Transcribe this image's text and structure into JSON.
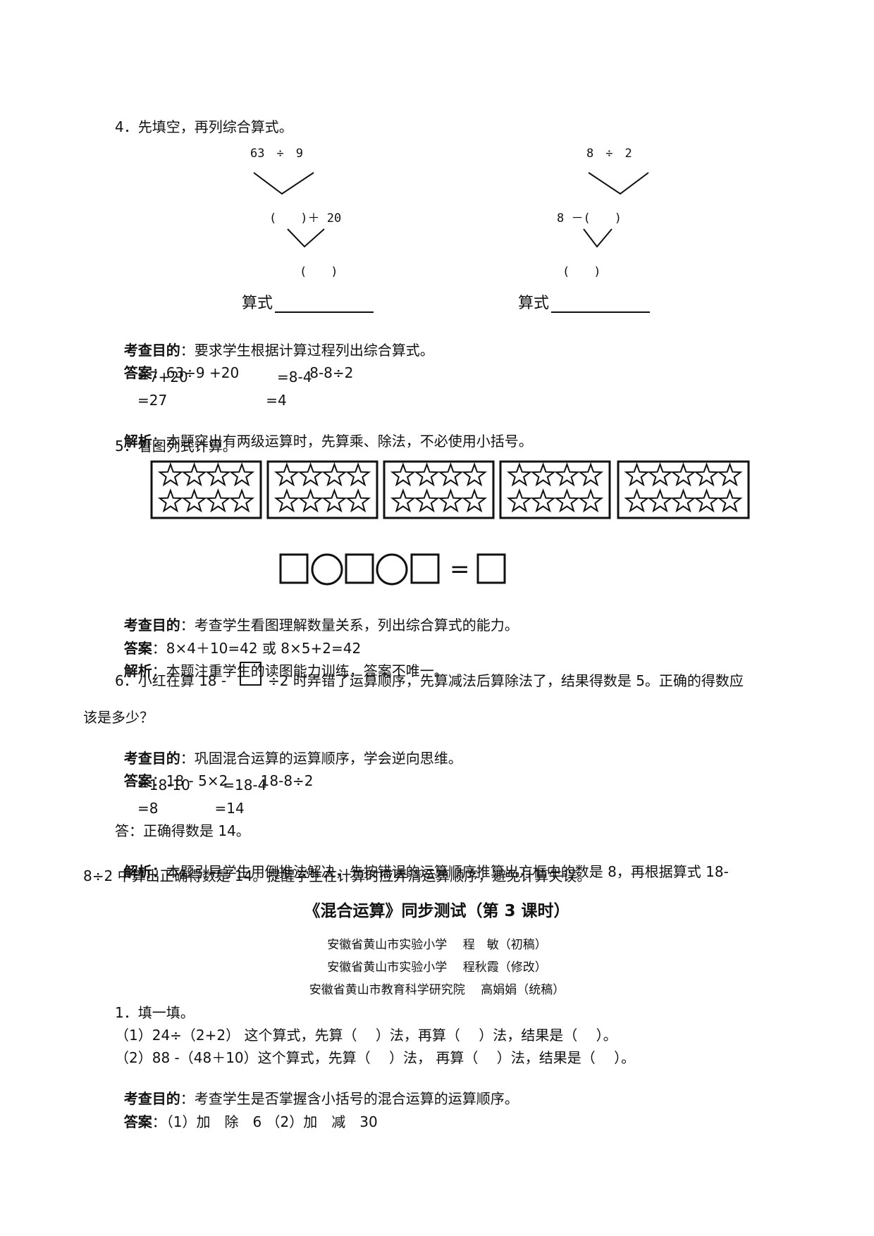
{
  "q4": {
    "heading": "4．先填空，再列综合算式。",
    "tree_left": {
      "top": "63　÷　9",
      "middle": "(　　)＋ 20",
      "bottom": "(　　)",
      "formula_label": "算式"
    },
    "tree_right": {
      "top": "8　÷　2",
      "middle": "8 －(　　)",
      "bottom": "(　　)",
      "formula_label": "算式"
    },
    "purpose_label": "考查目的",
    "purpose_text": "：要求学生根据计算过程列出综合算式。",
    "answer_label": "答案",
    "answer_line1": "：63÷9 +20　　　　　8-8÷2",
    "answer_line2": "　=7+20　　　　　　 =8-4",
    "answer_line3": "　=27　　　　　　　=4",
    "analysis_label": "解析",
    "analysis_text": "：本题突出有两级运算时，先算乘、除法，不必使用小括号。"
  },
  "q5": {
    "heading": "5．看图列式计算。",
    "boxes": [
      {
        "rows": [
          4,
          4
        ]
      },
      {
        "rows": [
          4,
          4
        ]
      },
      {
        "rows": [
          4,
          4
        ]
      },
      {
        "rows": [
          4,
          4
        ]
      },
      {
        "rows": [
          5,
          5
        ]
      }
    ],
    "equals_sign": "=",
    "purpose_label": "考查目的",
    "purpose_text": "：考查学生看图理解数量关系，列出综合算式的能力。",
    "answer_label": "答案",
    "answer_text": "：8×4＋10=42 或 8×5+2=42",
    "analysis_label": "解析",
    "analysis_text": "：本题注重学生的读图能力训练，答案不唯一。"
  },
  "q6": {
    "heading_part1": "6．小红在算 18 -",
    "heading_part2": "÷2 时弄错了运算顺序，先算减法后算除法了，结果得数是 5。正确的得数应",
    "heading_line2": "该是多少？",
    "purpose_label": "考查目的",
    "purpose_text": "：巩固混合运算的运算顺序，学会逆向思维。",
    "answer_label": "答案",
    "answer_line1": "：18 - 5×2　　 18-8÷2",
    "answer_line2": "　=18-10　　 =18-4",
    "answer_line3": "　=8　　　　=14",
    "final_answer": "答：正确得数是 14。",
    "analysis_label": "解析：",
    "analysis_line1": "本题引导学生用倒推法解决，先按错误的运算顺序推算出方框中的数是 8，再根据算式 18-",
    "analysis_line2": "8÷2 中算出正确得数是 14。提醒学生在计算时应弄清运算顺序，避免计算失误。"
  },
  "section": {
    "title": "《混合运算》同步测试（第 3 课时）",
    "author1": "安徽省黄山市实验小学　 程　敏（初稿）",
    "author2": "安徽省黄山市实验小学　 程秋霞（修改）",
    "author3": "安徽省黄山市教育科学研究院　 高娟娟（统稿）"
  },
  "q1": {
    "heading": "1．填一填。",
    "item1": "（1）24÷（2+2） 这个算式，先算（　 ）法，再算（　 ）法，结果是（　 ）。",
    "item2": "（2）88 -（48＋10）这个算式，先算（　 ）法， 再算（　 ）法，结果是（　 ）。",
    "purpose_label": "考查目的",
    "purpose_text": "：考查学生是否掌握含小括号的混合运算的运算顺序。",
    "answer_label": "答案",
    "answer_text": "：（1）加　除　6 （2）加　减　30"
  }
}
